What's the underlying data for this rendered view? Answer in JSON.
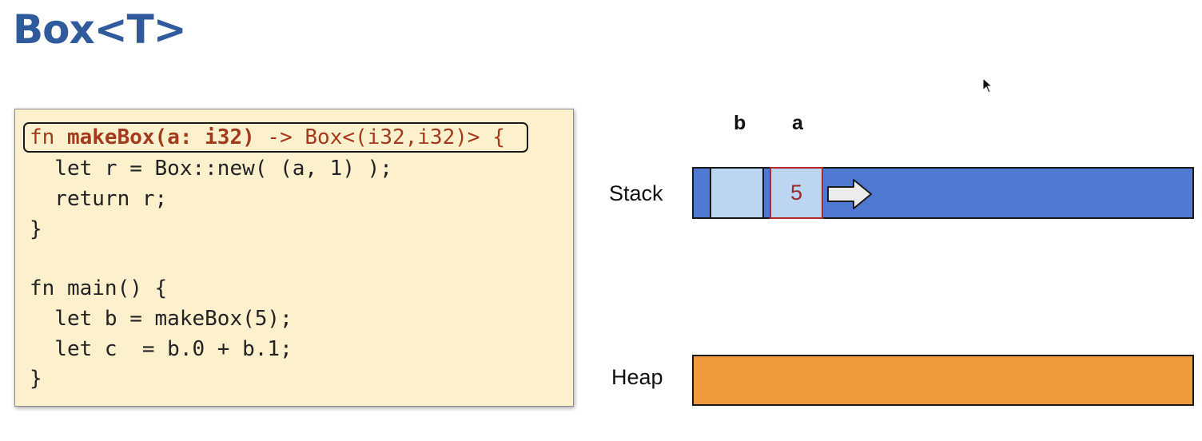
{
  "slide": {
    "title": "Box<T>"
  },
  "code": {
    "signature": {
      "kw": "fn ",
      "name_params": "makeBox(a: i32)",
      "ret": " -> Box<(i32,i32)>",
      "brace": " {"
    },
    "lines": [
      "  let r = Box::new( (a, 1) );",
      "  return r;",
      "}",
      "",
      "fn main() {",
      "  let b = makeBox(5);",
      "  let c  = b.0 + b.1;",
      "}"
    ]
  },
  "diagram": {
    "var_labels": [
      "b",
      "a"
    ],
    "stack_label": "Stack",
    "heap_label": "Heap",
    "slot_a_value": "5",
    "colors": {
      "stack": "#4f79d1",
      "slot": "#bcd6f2",
      "heap": "#f09a3e",
      "highlight_border": "#b52828",
      "title": "#2f5a9c",
      "code_bg": "#fcf0cd"
    }
  }
}
